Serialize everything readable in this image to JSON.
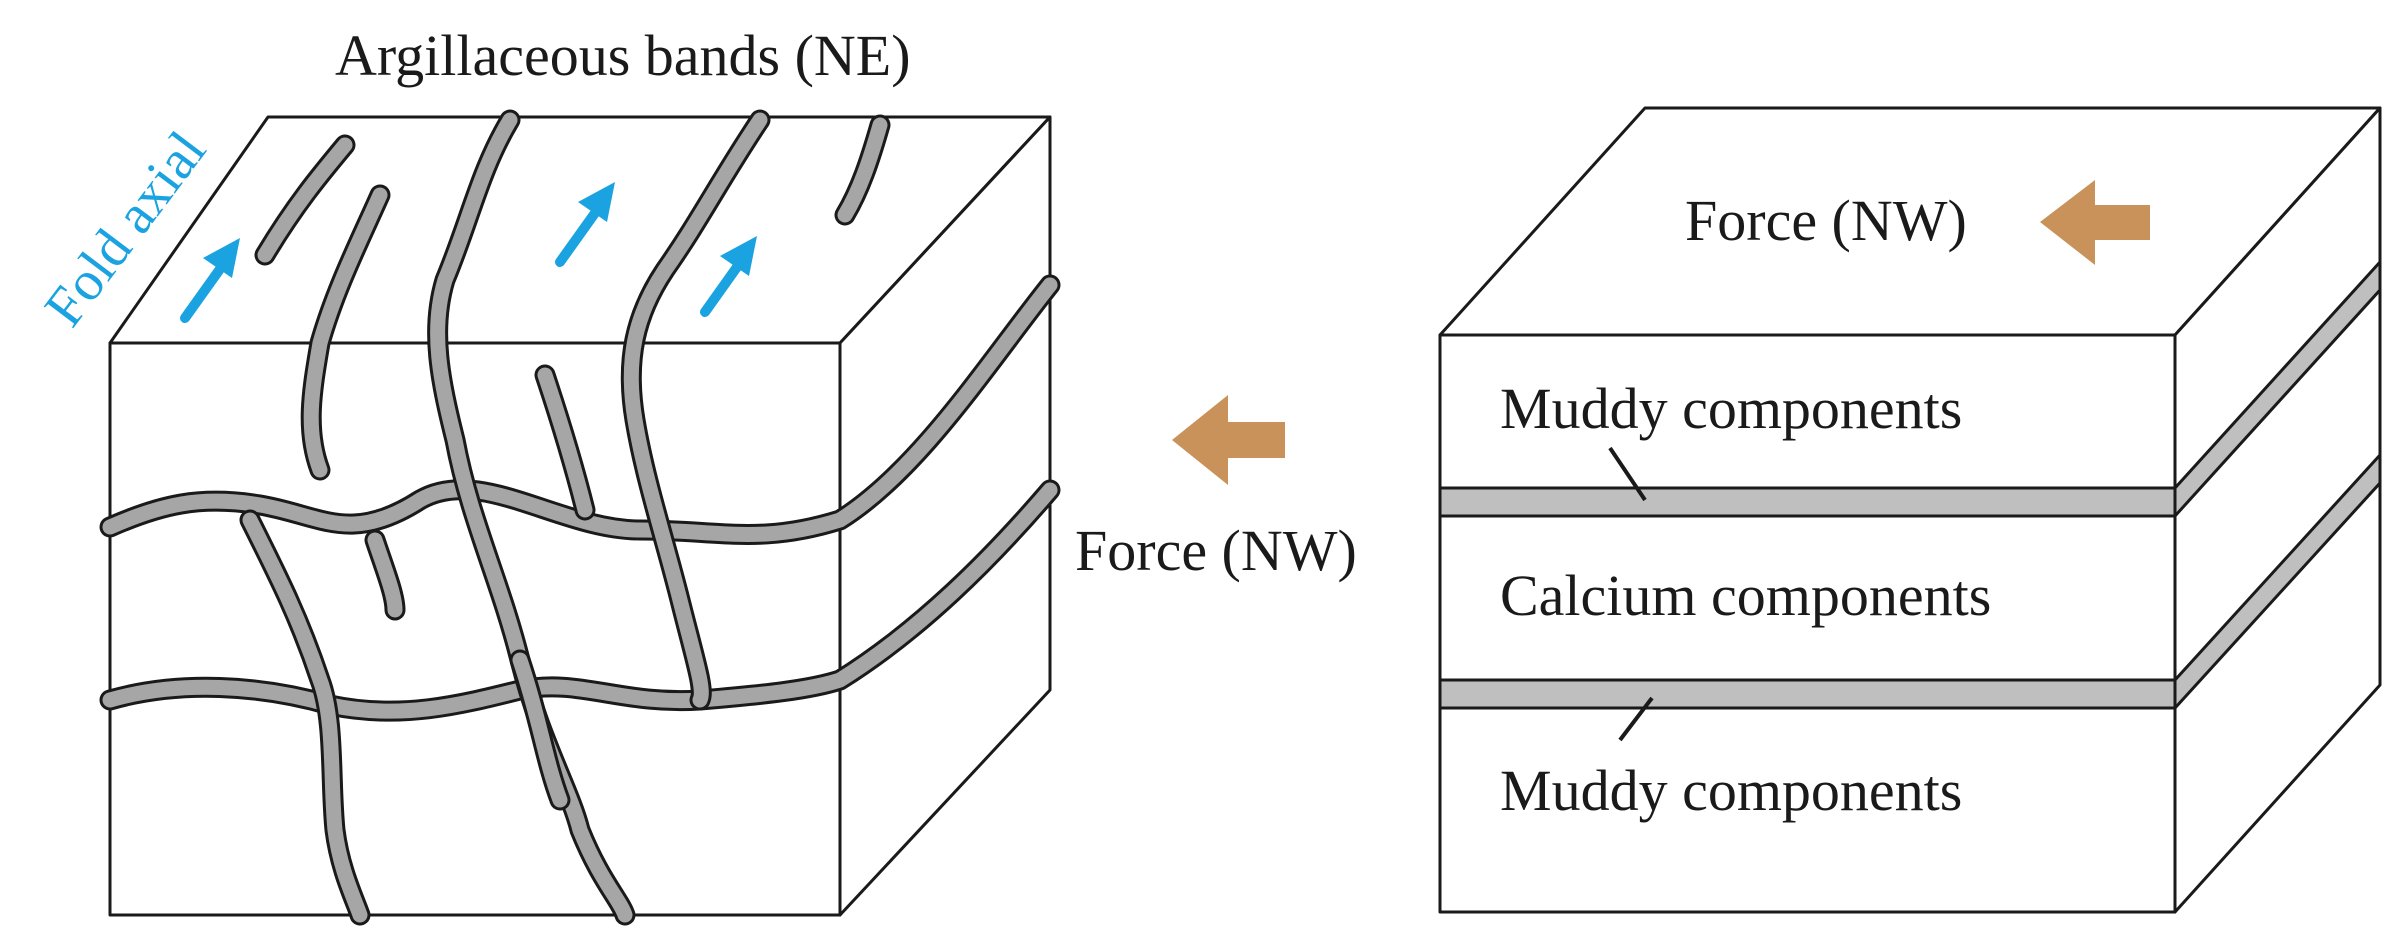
{
  "labels": {
    "argillaceous_bands": "Argillaceous bands (NE)",
    "fold_axial": "Fold axial",
    "force_center": "Force (NW)",
    "force_top": "Force (NW)",
    "muddy_upper": "Muddy components",
    "calcium": "Calcium components",
    "muddy_lower": "Muddy components"
  },
  "colors": {
    "outline": "#1a1a1a",
    "band_gray": "#a6a6a6",
    "layer_gray": "#bfbfbf",
    "fold_arrow_blue": "#1aa3e0",
    "force_arrow_brown": "#c8925a"
  },
  "icons": {
    "fold_axial_arrows": "arrow-up-right-icon",
    "force_arrows": "arrow-left-icon"
  }
}
